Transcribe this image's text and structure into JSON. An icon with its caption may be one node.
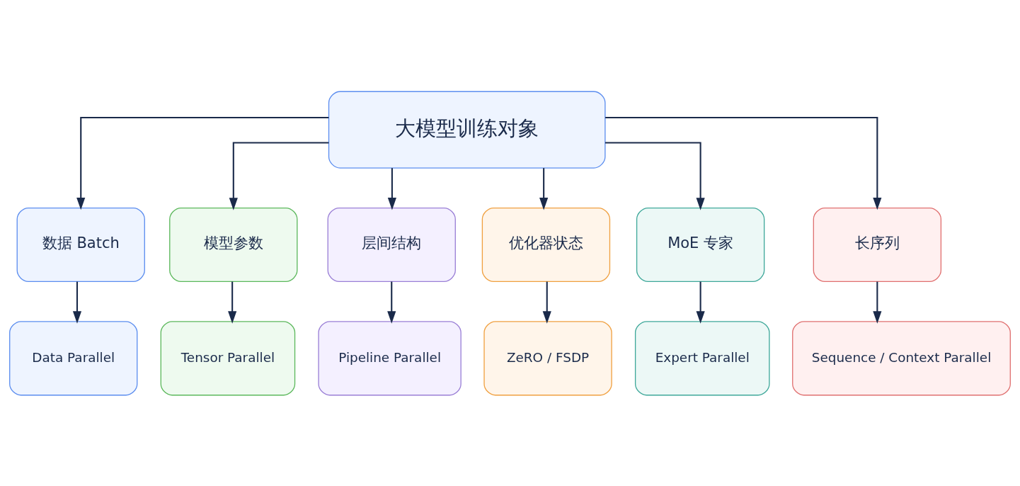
{
  "diagram": {
    "nodes": [
      {
        "text": [
          "大模型训练对象"
        ]
      },
      {
        "text": [
          "数据 Batch"
        ]
      },
      {
        "text": [
          "模型参数"
        ]
      },
      {
        "text": [
          "层间结构"
        ]
      },
      {
        "text": [
          "优化器状态"
        ]
      },
      {
        "text": [
          "MoE 专家"
        ]
      },
      {
        "text": [
          "长序列"
        ]
      },
      {
        "text": [
          "Data Parallel"
        ]
      },
      {
        "text": [
          "Tensor Parallel"
        ]
      },
      {
        "text": [
          "Pipeline Parallel"
        ]
      },
      {
        "text": [
          "ZeRO / FSDP"
        ]
      },
      {
        "text": [
          "Expert Parallel"
        ]
      },
      {
        "text": [
          "Sequence / Context Parallel"
        ]
      }
    ],
    "edges": [
      {
        "from": 0,
        "to": 1,
        "arrow": "to"
      },
      {
        "from": 0,
        "to": 2,
        "arrow": "to"
      },
      {
        "from": 0,
        "to": 3,
        "arrow": "to"
      },
      {
        "from": 0,
        "to": 4,
        "arrow": "to"
      },
      {
        "from": 0,
        "to": 5,
        "arrow": "to"
      },
      {
        "from": 0,
        "to": 6,
        "arrow": "to"
      },
      {
        "from": 1,
        "to": 7,
        "arrow": "to"
      },
      {
        "from": 2,
        "to": 8,
        "arrow": "to"
      },
      {
        "from": 3,
        "to": 9,
        "arrow": "to"
      },
      {
        "from": 4,
        "to": 10,
        "arrow": "to"
      },
      {
        "from": 5,
        "to": 11,
        "arrow": "to"
      },
      {
        "from": 6,
        "to": 12,
        "arrow": "to"
      }
    ]
  }
}
